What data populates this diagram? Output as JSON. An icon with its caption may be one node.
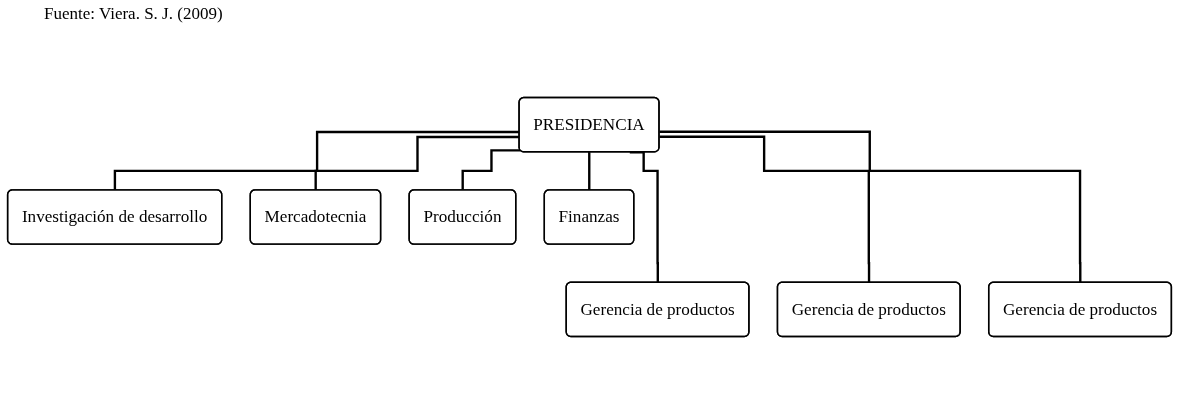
{
  "diagram": {
    "caption": "Fuente: Viera. S. J. (2009)",
    "nodes": [
      {
        "text": [
          "PRESIDENCIA"
        ]
      },
      {
        "text": [
          "Investigación de desarrollo"
        ]
      },
      {
        "text": [
          "Mercadotecnia"
        ]
      },
      {
        "text": [
          "Producción"
        ]
      },
      {
        "text": [
          "Finanzas"
        ]
      },
      {
        "text": [
          "Gerencia de productos"
        ]
      },
      {
        "text": [
          "Gerencia de productos"
        ]
      },
      {
        "text": [
          "Gerencia de productos"
        ]
      }
    ],
    "edges": [
      {
        "from": 0,
        "to": 1,
        "arrow": "none"
      },
      {
        "from": 0,
        "to": 2,
        "arrow": "none"
      },
      {
        "from": 0,
        "to": 3,
        "arrow": "none"
      },
      {
        "from": 0,
        "to": 4,
        "arrow": "none"
      },
      {
        "from": 0,
        "to": 5,
        "arrow": "none"
      },
      {
        "from": 0,
        "to": 6,
        "arrow": "none"
      },
      {
        "from": 0,
        "to": 7,
        "arrow": "none"
      }
    ]
  }
}
